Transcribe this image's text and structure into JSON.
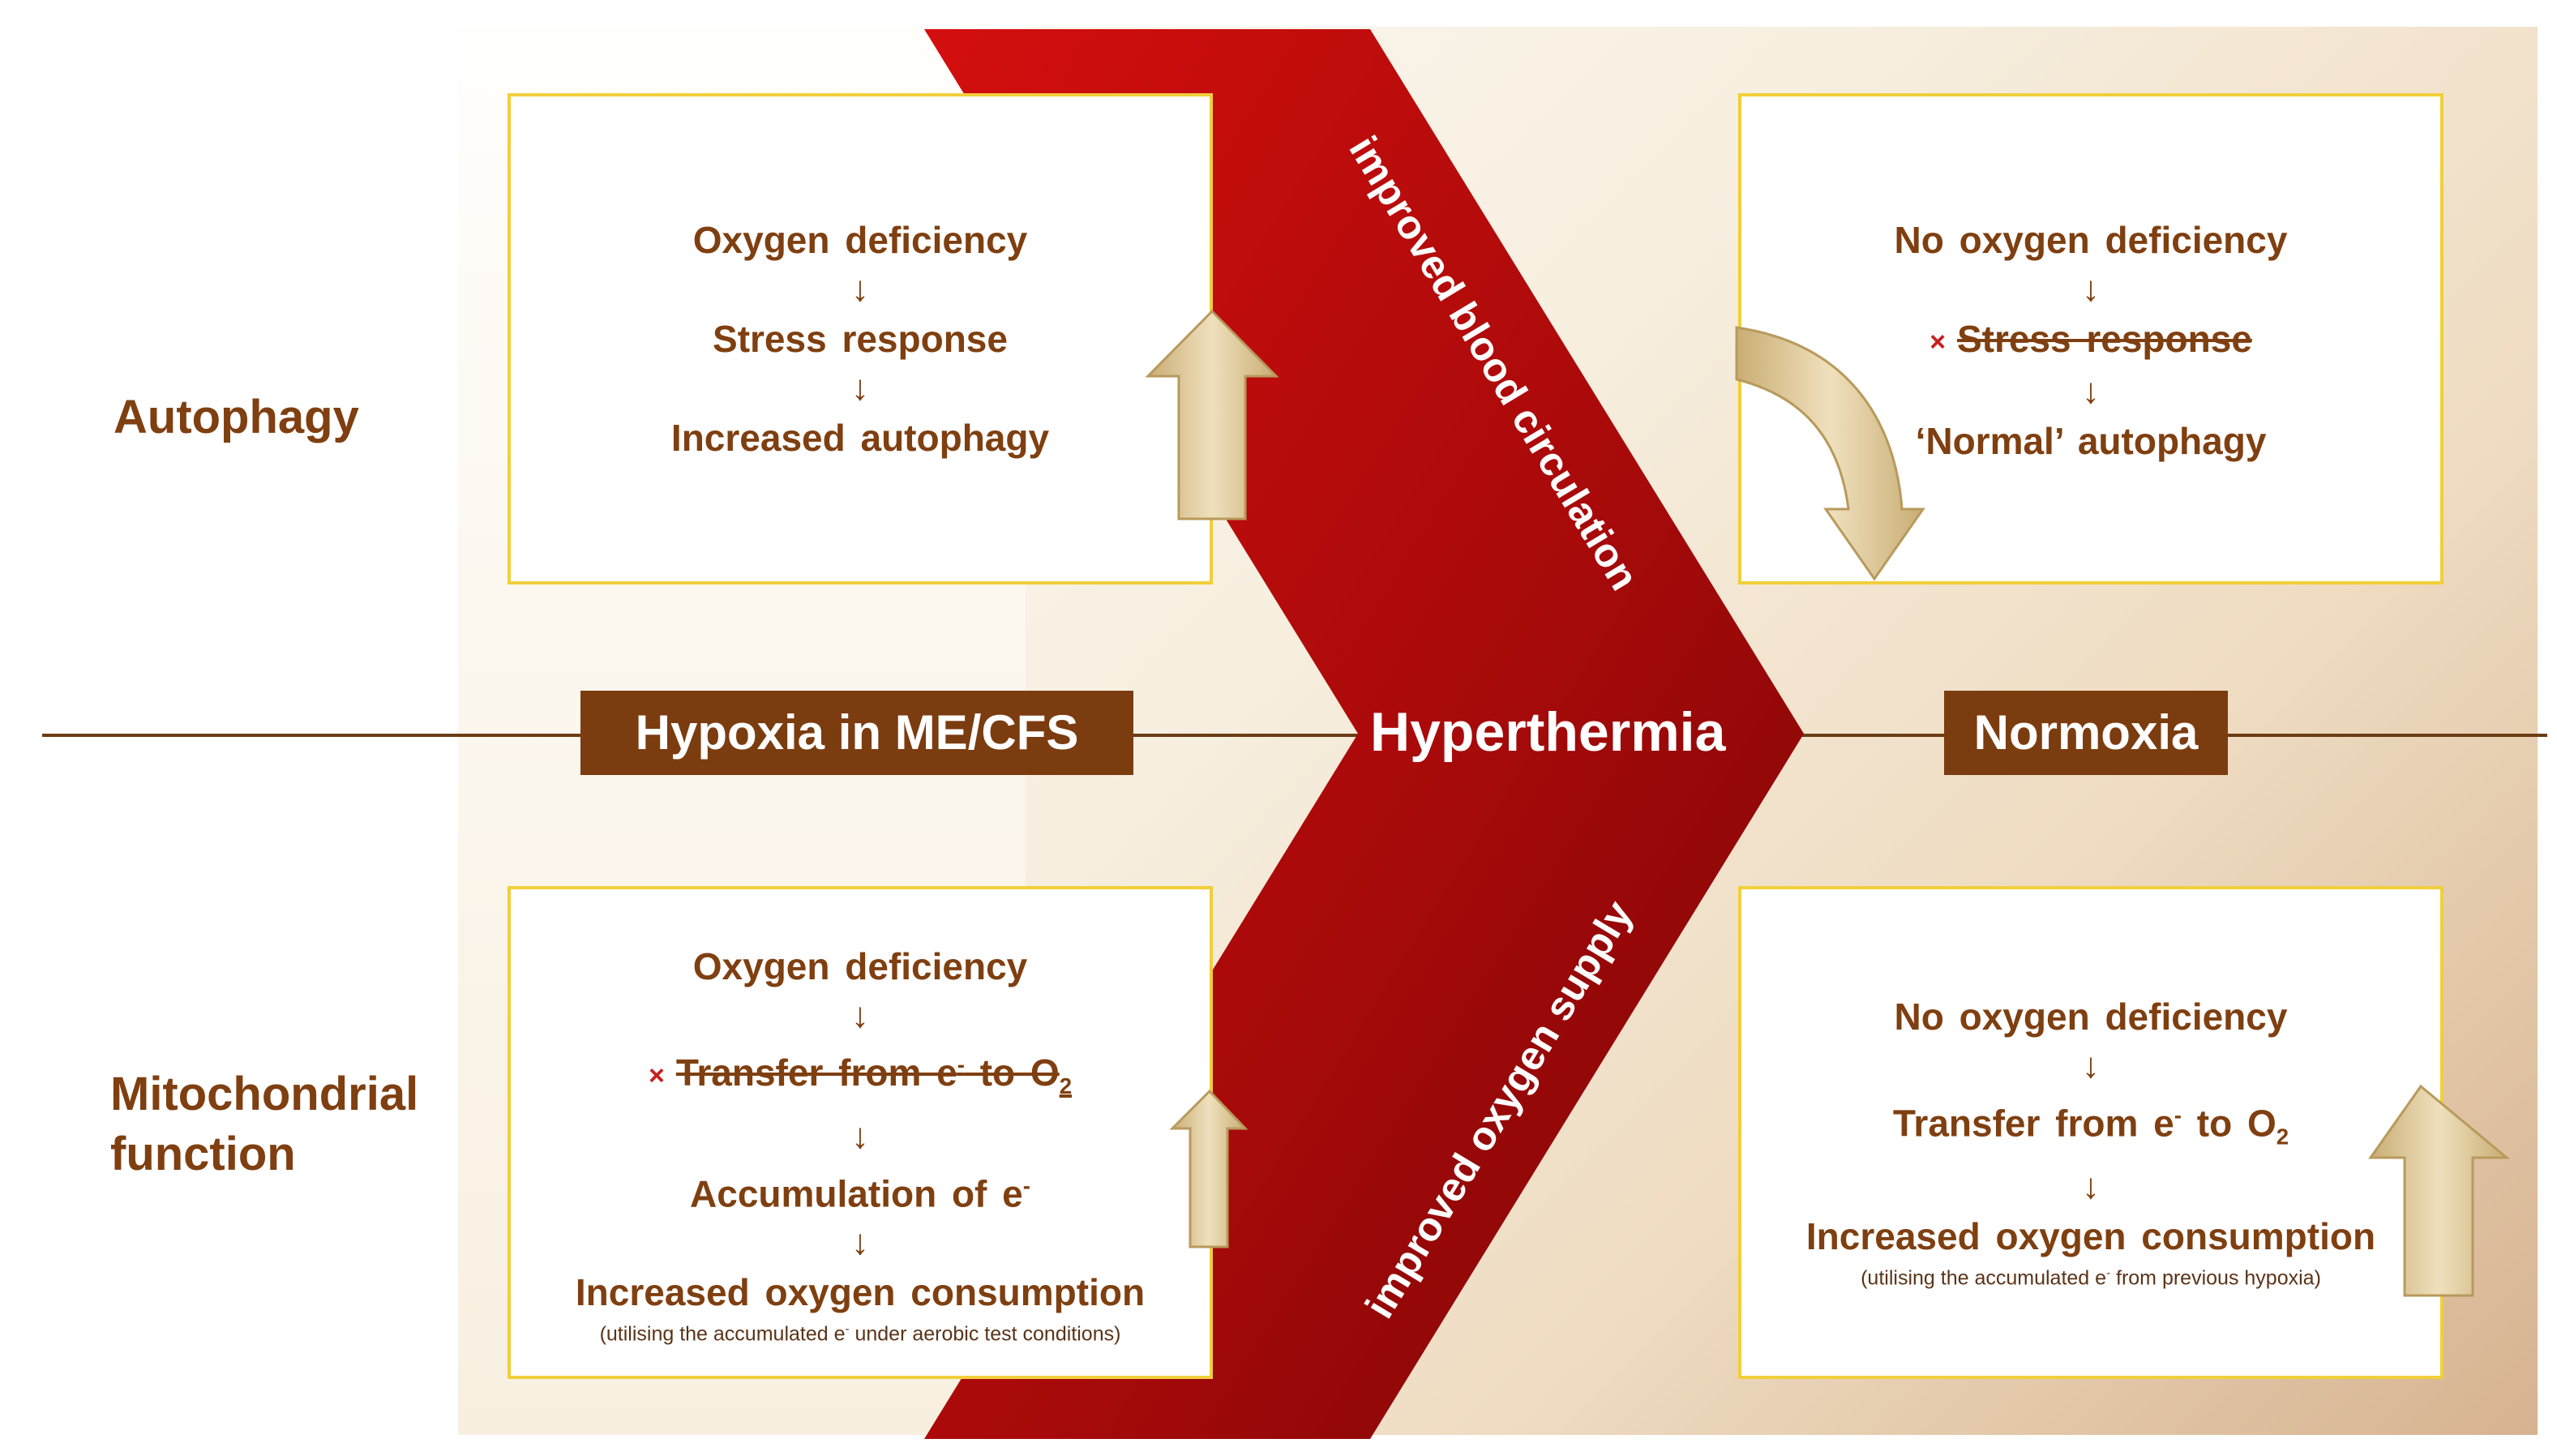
{
  "rows": {
    "autophagy": "Autophagy",
    "mitochondrial_line1": "Mitochondrial",
    "mitochondrial_line2": "function"
  },
  "tags": {
    "left": "Hypoxia in ME/CFS",
    "center": "Hyperthermia",
    "right": "Normoxia"
  },
  "chevron_labels": {
    "upper": "improved blood circulation",
    "lower": "improved oxygen supply"
  },
  "boxes": {
    "top_left": {
      "l1": "Oxygen deficiency",
      "l2": "Stress response",
      "l3": "Increased autophagy"
    },
    "top_right": {
      "l1": "No oxygen deficiency",
      "l2": "Stress response",
      "l3": "‘Normal’ autophagy"
    },
    "bottom_left": {
      "l1": "Oxygen deficiency",
      "l2_text": "Transfer from e",
      "l2_sup": "-",
      "l2_to": " to O",
      "l2_sub": "2",
      "l3_text": "Accumulation of e",
      "l3_sup": "-",
      "l4": "Increased oxygen consumption",
      "note_a": "(utilising the accumulated e",
      "note_sup": "-",
      "note_b": " under aerobic test conditions)"
    },
    "bottom_right": {
      "l1": "No oxygen deficiency",
      "l2_text": "Transfer from e",
      "l2_sup": "-",
      "l2_to": " to O",
      "l2_sub": "2",
      "l3": "Increased oxygen consumption",
      "note_a": "(utilising the accumulated e",
      "note_sup": "-",
      "note_b": " from previous hypoxia)"
    }
  },
  "symbols": {
    "down_arrow": "↓",
    "cross": "×"
  },
  "colors": {
    "chevron_dark": "#8a0a0a",
    "chevron_light": "#d00d0d",
    "label_brown": "#7f3f10",
    "tag_brown": "#7b3c10",
    "box_border": "#f1cf3b",
    "arrow_fill": "#ddc491"
  }
}
